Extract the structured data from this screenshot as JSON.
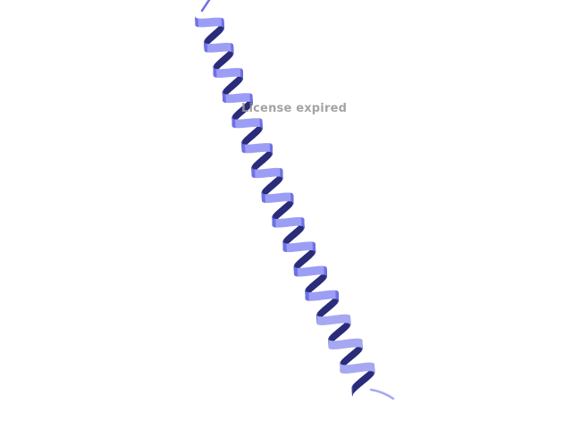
{
  "viewer": {
    "watermark_text": "License expired",
    "background_color": "#ffffff"
  },
  "structure": {
    "representation": "cartoon",
    "secondary_structure": "alpha-helix",
    "turn_count": 15,
    "colors": {
      "base": "#6f72e6",
      "light": "#9c9ef5",
      "dark": "#2a2c7a",
      "shadow": "#3f4199",
      "tail_end": "#a6a8f2"
    }
  }
}
